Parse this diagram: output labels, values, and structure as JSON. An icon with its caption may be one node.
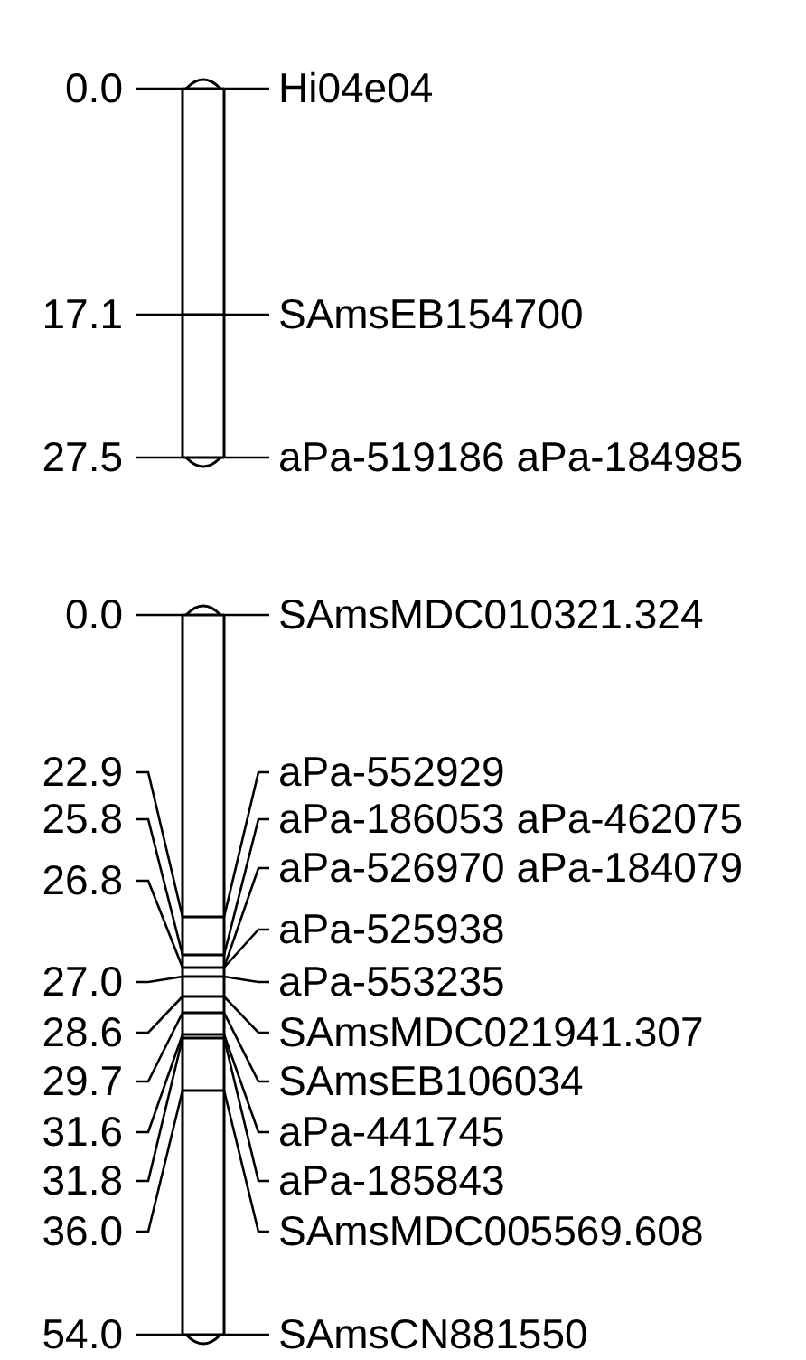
{
  "diagram": {
    "labels": [
      "0.0",
      "Hi04e04",
      "17.1",
      "SAmsEB154700",
      "27.5",
      "aPa-519186 aPa-184985",
      "0.0",
      "SAmsMDC010321.324",
      "22.9",
      "aPa-552929",
      "25.8",
      "aPa-186053 aPa-462075",
      "aPa-526970 aPa-184079",
      "26.8",
      "aPa-525938",
      "27.0",
      "aPa-553235",
      "28.6",
      "SAmsMDC021941.307",
      "29.7",
      "SAmsEB106034",
      "31.6",
      "aPa-441745",
      "31.8",
      "aPa-185843",
      "36.0",
      "SAmsMDC005569.608",
      "54.0",
      "SAmsCN881550"
    ]
  }
}
